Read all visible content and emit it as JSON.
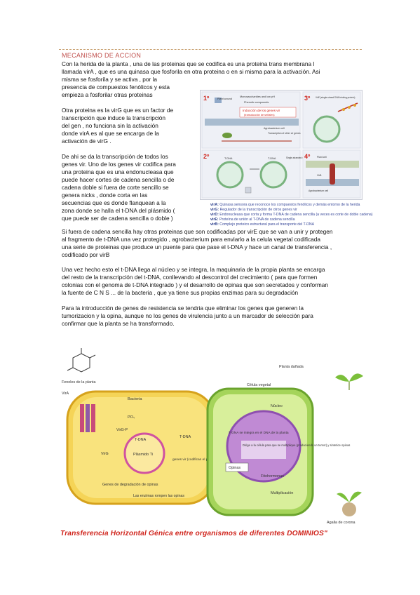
{
  "heading": "MECANISMO DE ACCION",
  "paragraphs": {
    "p1a": "Con la herida de la planta , una de las proteinas que se codifica es una proteina trans membrana l",
    "p1b": "llamada virA , que es una quinasa que fosforila en otra proteina o en si misma para la activación. Asi",
    "p1c": "misma se fosforila y se activa , por la",
    "p1d": "presencia de compuestos fenólicos y esta",
    "p1e": "empieza a fosforilar otras proteinas",
    "p2a": "Otra proteina es la virG que es un factor de",
    "p2b": "transcripción que induce la transcripción",
    "p2c": "del gen , no funciona sin la activación",
    "p2d": "donde virA es al que se encarga de la",
    "p2e": "activación de virG .",
    "p3a": "De ahi se da la transcripción de todos los",
    "p3b": "genes vir. Uno de los genes vir codifica para",
    "p3c": "una proteina que es una endonucleasa que",
    "p3d": "puede hacer cortes de cadena sencilla o de",
    "p3e": "cadena doble si fuera de corte sencillo se",
    "p3f": "genera nicks , donde corta en las",
    "p3g": "secuencias que es donde flanquean a la",
    "p3h": "zona donde se halla el t-DNA del plásmido (",
    "p3i": "que puede ser de cadena sencilla o doble )",
    "p4a": "Si fuera de cadena sencilla hay otras proteinas que son codificadas por virE que se van a unir y protegen",
    "p4b": "al fragmento de t-DNA una vez protegido , agrobacterium para enviarlo a la celula vegetal codificada",
    "p4c": "una serie de proteinas que produce un puente para que pase el t-DNA y hace un canal de transferencia ,",
    "p4d": "codificado por virB",
    "p5a": "Una vez hecho esto el t-DNA llega al núcleo y se integra, la maquinaria de la propia planta se encarga",
    "p5b": "del resto de la transcripción del t-DNA, conllevando al descontrol del crecimiento ( para que formen",
    "p5c": "colonias con el genoma de t-DNA integrado ) y el desarrollo de opinas que son secretados y conforman",
    "p5d": "la fuente de C N S ... de la bacteria , que ya tiene sus propias enzimas para su degradación",
    "p6a": "Para la introducción de genes de resistencia se tendria que eliminar los genes que generen la",
    "p6b": "tumorizacion y la opina, aunque no los genes de virulencia junto a un marcador de selección para",
    "p6c": "confirmar que la planta se ha transformado."
  },
  "figure1": {
    "step1": "1º",
    "step2": "2º",
    "step3": "3º",
    "step4": "4º",
    "plant_wound": "Plant wound",
    "mono": "Monosaccharides and low pH",
    "phenolic": "Phenolic compounds",
    "induccion": "Inducción de los genes vir",
    "induccion2": "(transducción de señales)",
    "agro_cell": "Agrobacterium cell",
    "transcription": "Transcription of other vir genes",
    "tdna_a": "T-DNA",
    "tdna_b": "T-DNA",
    "single_nick": "Single-stranded nick",
    "vird_single": "VirE (single-strand DNA binding protein)",
    "plant_cell": "Plant cell",
    "virb": "VirB",
    "agro_cell2": "Agrobacterium cell"
  },
  "legend": [
    {
      "key": "virA:",
      "text": "Quinasa sensora que reconoce los compuestos fenólicos y demás entorno de la herida"
    },
    {
      "key": "virG:",
      "text": "Regulador de la transcripción de otros genes vir"
    },
    {
      "key": "virD:",
      "text": "Endonucleasa que corta y forma T-DNA de cadena sencilla (a veces es corte de doble cadena)"
    },
    {
      "key": "virE:",
      "text": "Proteína de unión al T-DNA de cadena sencilla"
    },
    {
      "key": "virB:",
      "text": "Complejo proteico estructural para el transporte del T-DNA"
    }
  ],
  "figure2": {
    "fenoles": "Fenoles de la planta",
    "vira": "VirA",
    "bacteria": "Bacteria",
    "po4": "PO₄",
    "virgp": "VirG-P",
    "virg": "VirG",
    "tdna": "T-DNA",
    "plasmido": "Plásmido Ti",
    "tdna2": "T-DNA",
    "genes_vir": "genes vir (codifican el puente conjugativo)",
    "degradacion": "Genes de degradación de opinas",
    "enzimas": "Las enzimas rompen las opinas",
    "opinas": "Opinas",
    "planta_danada": "Planta dañada",
    "celula_vegetal": "Célula vegetal",
    "nucleo": "Núcleo",
    "integra": "T-DNA se integra en el DNA de la planta",
    "dirige": "Dirige a la célula para que se multiplique (produciendo un tumor) y sintetice opinas",
    "fitohormonas": "Fitohormonas",
    "multiplicacion": "Multiplicación",
    "agalla": "Agalla de corona"
  },
  "caption": "Transferencia Horizontal Génica entre organismos de diferentes DOMINIOS\""
}
